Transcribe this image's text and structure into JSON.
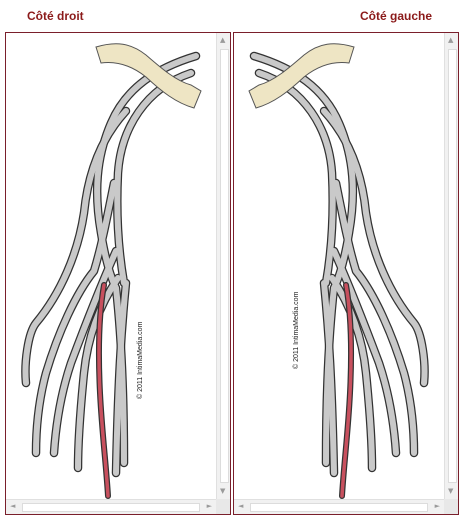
{
  "panels": [
    {
      "heading": "Côté droit",
      "copyright": "© 2011 IntimaMedia.com"
    },
    {
      "heading": "Côté gauche",
      "copyright": "© 2011 IntimaMedia.com"
    }
  ],
  "colors": {
    "heading": "#8b1a1a",
    "frame": "#7a1f2b",
    "vessel_fill": "#c9c9c9",
    "vessel_outline": "#333333",
    "highlighted_vessel": "#c8505e",
    "bone": "#eee5c4"
  },
  "icons": {
    "scroll_up": "▲",
    "scroll_down": "▼",
    "scroll_left": "◄",
    "scroll_right": "►"
  }
}
